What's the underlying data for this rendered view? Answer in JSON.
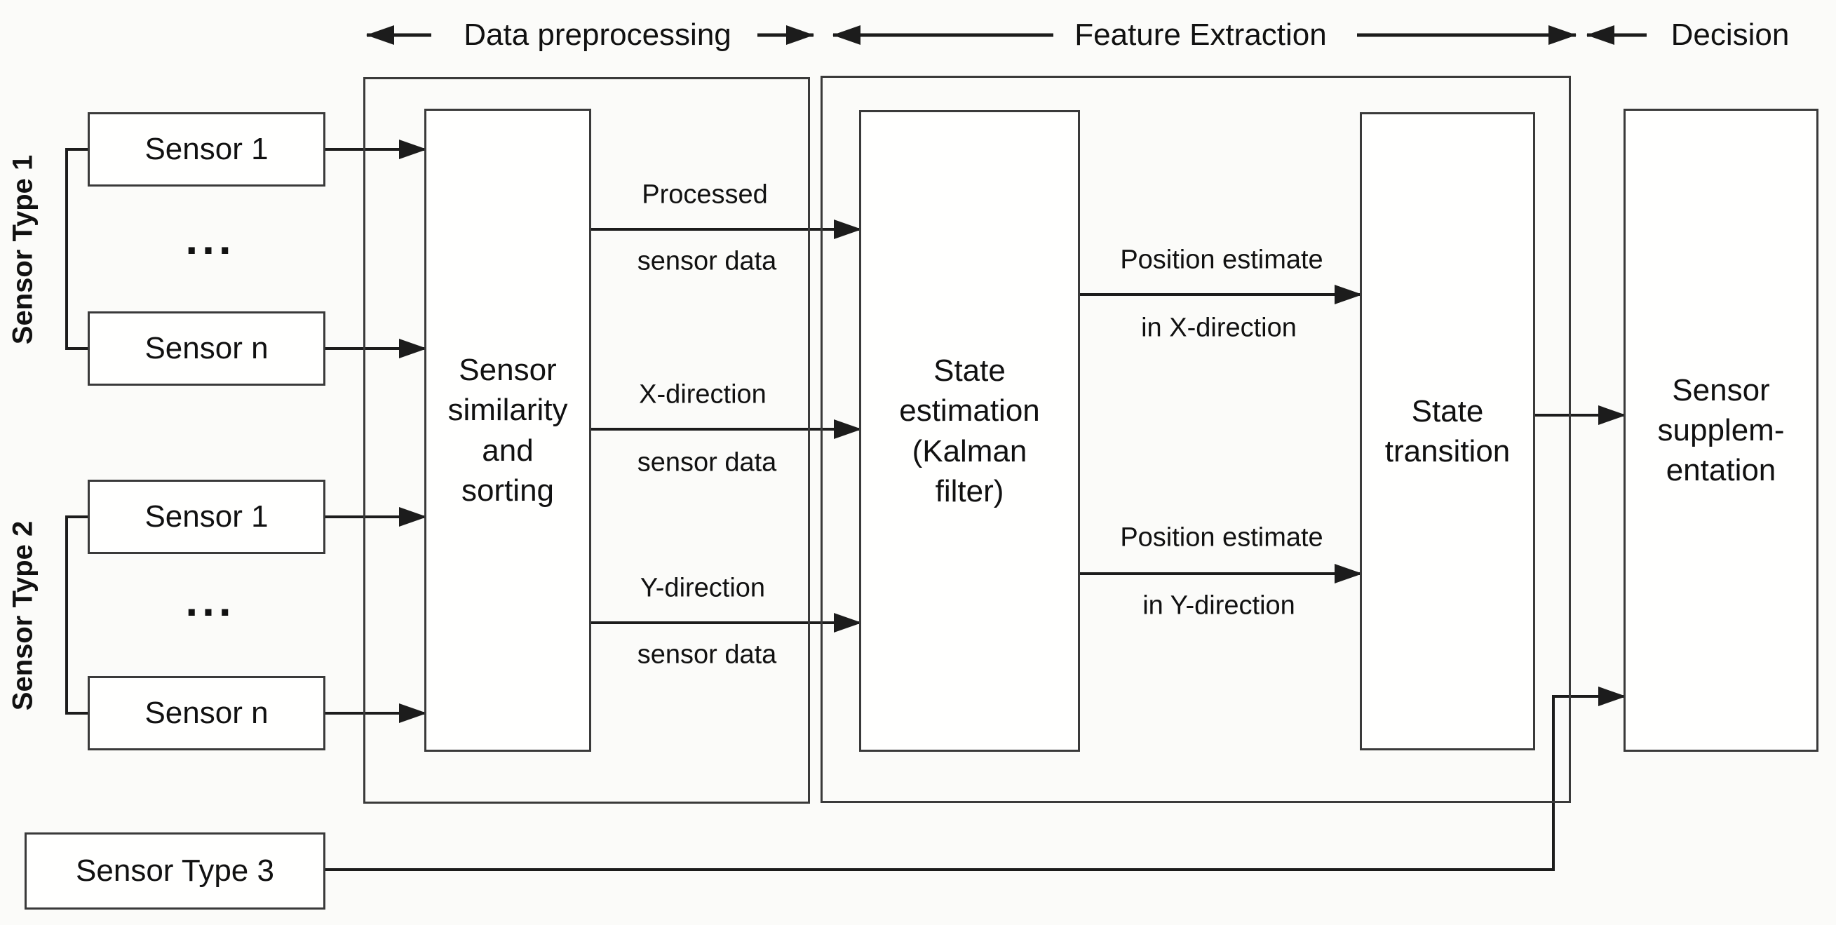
{
  "header": {
    "preprocessing": "Data preprocessing",
    "feature_extraction": "Feature Extraction",
    "decision": "Decision"
  },
  "groups": {
    "type1": {
      "label": "Sensor Type 1",
      "sensor_first": "Sensor 1",
      "dots": "...",
      "sensor_last": "Sensor n"
    },
    "type2": {
      "label": "Sensor Type 2",
      "sensor_first": "Sensor 1",
      "dots": "...",
      "sensor_last": "Sensor n"
    },
    "type3": {
      "label": "Sensor Type 3"
    }
  },
  "blocks": {
    "similarity": "Sensor\nsimilarity\nand\nsorting",
    "state_estimation": "State\nestimation\n(Kalman\nfilter)",
    "state_transition": "State\ntransition",
    "supplementation": "Sensor\nsupplem-\nentation"
  },
  "flows": {
    "processed": {
      "top": "Processed",
      "bottom": "sensor data"
    },
    "x_direction": {
      "top": "X-direction",
      "bottom": "sensor data"
    },
    "y_direction": {
      "top": "Y-direction",
      "bottom": "sensor data"
    },
    "position_x": {
      "top": "Position estimate",
      "bottom": "in X-direction"
    },
    "position_y": {
      "top": "Position estimate",
      "bottom": "in Y-direction"
    }
  },
  "colors": {
    "stroke": "#3a3a3a",
    "arrow": "#1c1c1c",
    "background": "#fbfbf9",
    "box_fill": "#fffffe",
    "text": "#111111"
  }
}
